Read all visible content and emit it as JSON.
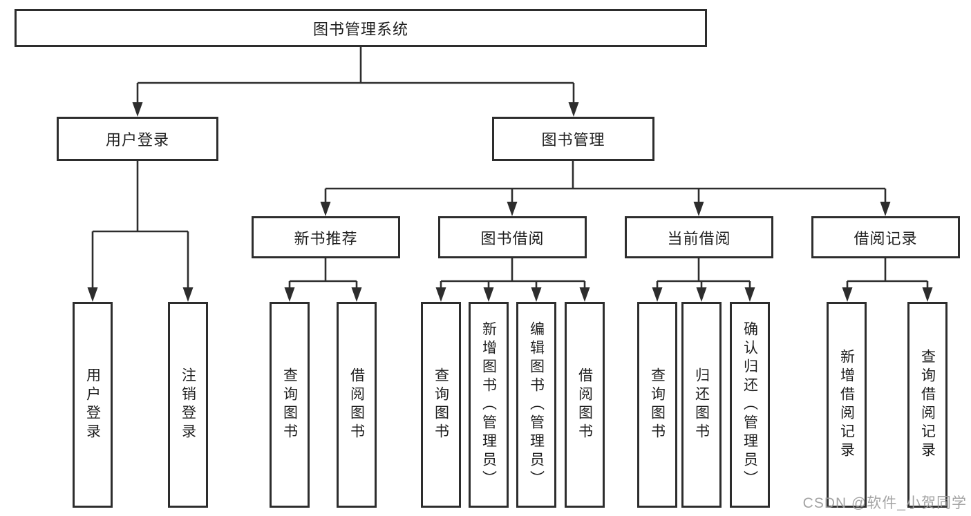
{
  "nodes": {
    "root": "图书管理系统",
    "user_login": "用户登录",
    "book_mgmt": "图书管理",
    "new_book_rec": "新书推荐",
    "book_borrow": "图书借阅",
    "current_borrow": "当前借阅",
    "borrow_records": "借阅记录",
    "leaf_user_login": "用户登录",
    "leaf_logout": "注销登录",
    "leaf_rec_query": "查询图书",
    "leaf_rec_borrow": "借阅图书",
    "leaf_bb_query": "查询图书",
    "leaf_bb_add": "新增图书（管理员）",
    "leaf_bb_edit": "编辑图书（管理员）",
    "leaf_bb_borrow": "借阅图书",
    "leaf_cb_query": "查询图书",
    "leaf_cb_return": "归还图书",
    "leaf_cb_confirm": "确认归还（管理员）",
    "leaf_br_add": "新增借阅记录",
    "leaf_br_query": "查询借阅记录"
  },
  "watermark": "CSDN @软件_小贺同学",
  "colors": {
    "line": "#2d2d2d",
    "text": "#1f1f1f",
    "watermark_gray": "#9c9c9c",
    "background": "#ffffff"
  }
}
